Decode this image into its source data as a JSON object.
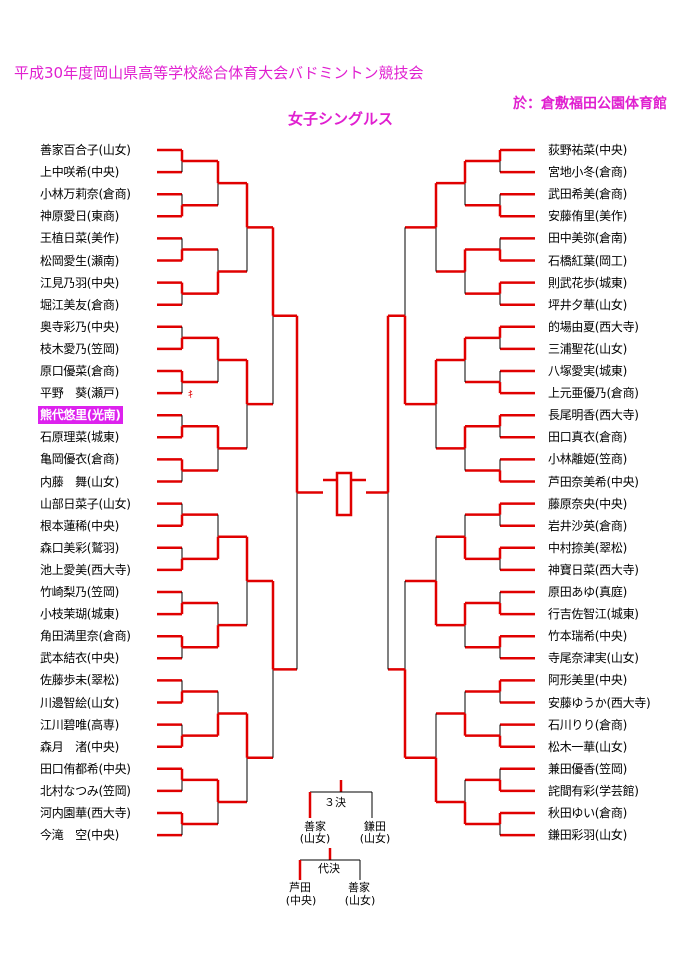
{
  "title": "平成30年度岡山県高等学校総合体育大会バドミントン競技会",
  "venue": "於：倉敷福田公園体育館",
  "event": "女子シングルス",
  "left_players": [
    "善家百合子(山女)",
    "上中咲希(中央)",
    "小林万莉奈(倉商)",
    "神原愛日(東商)",
    "王植日菜(美作)",
    "松岡愛生(瀬南)",
    "江見乃羽(中央)",
    "堀江美友(倉商)",
    "奥寺彩乃(中央)",
    "枝木愛乃(笠岡)",
    "原口優菜(倉商)",
    "平野　葵(瀬戸)",
    "熊代悠里(光南)",
    "石原理菜(城東)",
    "亀岡優衣(倉商)",
    "内藤　舞(山女)",
    "山部日菜子(山女)",
    "根本蓮稀(中央)",
    "森口美彩(鷲羽)",
    "池上愛美(西大寺)",
    "竹崎梨乃(笠岡)",
    "小枝茉瑚(城東)",
    "角田満里奈(倉商)",
    "武本結衣(中央)",
    "佐藤歩未(翠松)",
    "川邊智絵(山女)",
    "江川碧唯(高専)",
    "森月　渚(中央)",
    "田口侑都希(中央)",
    "北村なつみ(笠岡)",
    "河内園華(西大寺)",
    "今滝　空(中央)"
  ],
  "right_players": [
    "荻野祐菜(中央)",
    "宮地小冬(倉商)",
    "武田希美(倉商)",
    "安藤侑里(美作)",
    "田中美弥(倉南)",
    "石橋紅葉(岡工)",
    "則武花歩(城東)",
    "坪井夕華(山女)",
    "的場由夏(西大寺)",
    "三浦聖花(山女)",
    "八塚愛実(城東)",
    "上元亜優乃(倉商)",
    "長尾明香(西大寺)",
    "田口真衣(倉商)",
    "小林離姫(笠商)",
    "芦田奈美希(中央)",
    "藤原奈央(中央)",
    "岩井沙英(倉商)",
    "中村捺美(翠松)",
    "神寶日菜(西大寺)",
    "原田あゆ(真庭)",
    "行吉佐智江(城東)",
    "竹本瑞希(中央)",
    "寺尾奈津実(山女)",
    "阿形美里(中央)",
    "安藤ゆうか(西大寺)",
    "石川りり(倉商)",
    "松木一華(山女)",
    "兼田優香(笠岡)",
    "詫間有彩(学芸館)",
    "秋田ゆい(倉商)",
    "鎌田彩羽(山女)"
  ],
  "highlight_index": 12,
  "retire_mark": "ｷ",
  "third_place": {
    "label": "３決",
    "left_name": "善家",
    "left_school": "(山女)",
    "right_name": "鎌田",
    "right_school": "(山女)"
  },
  "playoff": {
    "label": "代決",
    "left_name": "芦田",
    "left_school": "(中央)",
    "right_name": "善家",
    "right_school": "(山女)"
  },
  "colors": {
    "accent": "#e020d0",
    "win_line": "#e00000",
    "line": "#000000"
  }
}
